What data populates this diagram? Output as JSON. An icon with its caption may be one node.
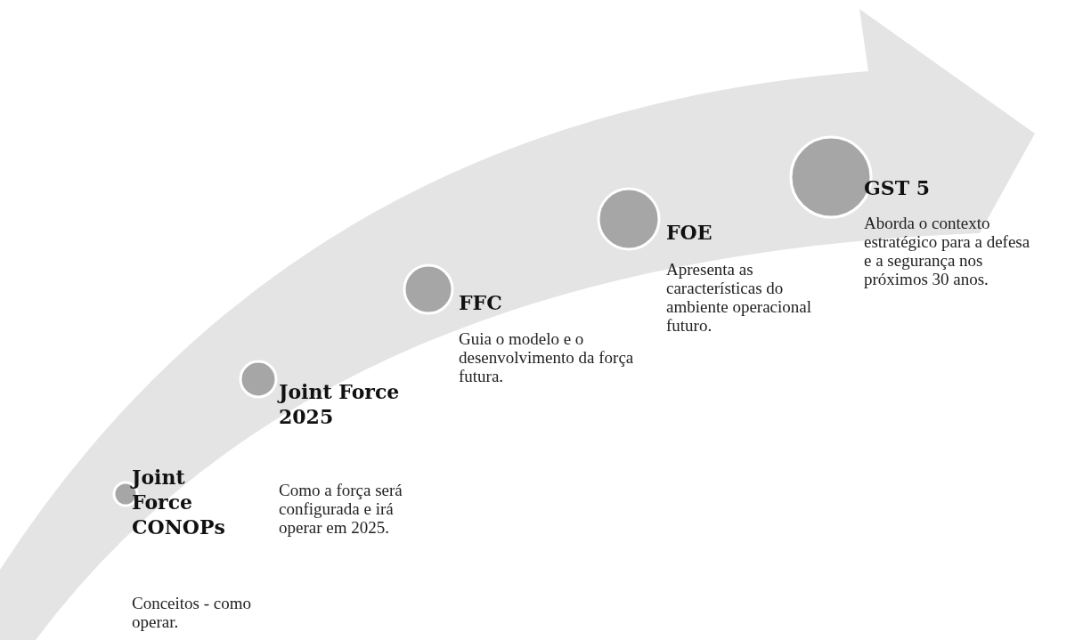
{
  "diagram": {
    "nodes": [
      {
        "text": [
          "Joint Force CONOPs",
          "Conceitos - como operar."
        ]
      },
      {
        "text": [
          "Joint Force 2025",
          "Como a força será configurada e irá operar em 2025."
        ]
      },
      {
        "text": [
          "FFC",
          "Guia o modelo e o desenvolvimento da força futura."
        ]
      },
      {
        "text": [
          "FOE",
          "Apresenta as características do ambiente operacional futuro."
        ]
      },
      {
        "text": [
          "GST 5",
          "Aborda o contexto estratégico para a defesa e a segurança nos próximos 30 anos."
        ]
      }
    ],
    "edges": []
  }
}
